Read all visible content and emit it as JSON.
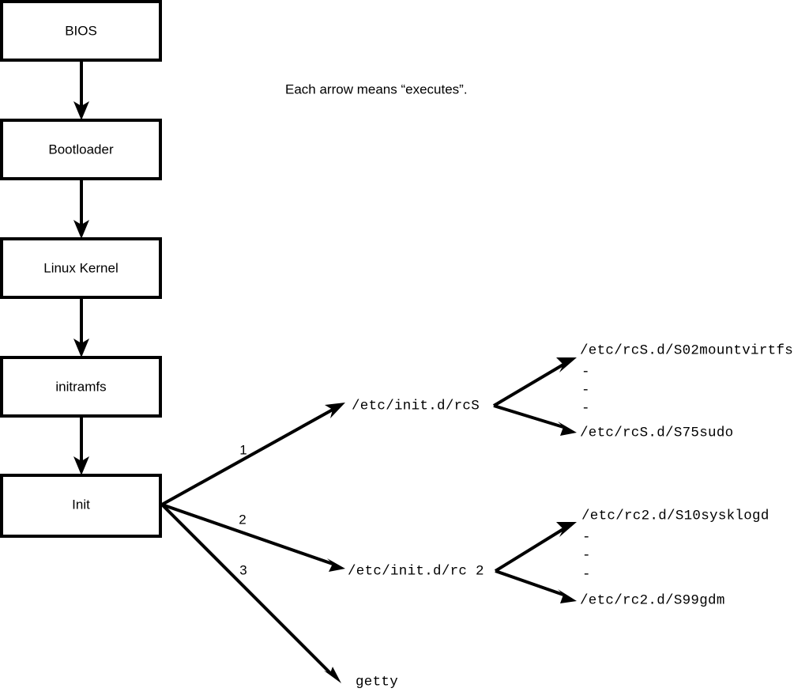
{
  "diagram": {
    "title_note": "Each arrow means “executes”.",
    "boot_chain": [
      {
        "id": "bios",
        "label": "BIOS"
      },
      {
        "id": "bootloader",
        "label": "Bootloader"
      },
      {
        "id": "kernel",
        "label": "Linux Kernel"
      },
      {
        "id": "initramfs",
        "label": "initramfs"
      },
      {
        "id": "init",
        "label": "Init"
      }
    ],
    "init_branches": [
      {
        "number": "1",
        "label": "/etc/init.d/rcS"
      },
      {
        "number": "2",
        "label": "/etc/init.d/rc 2"
      },
      {
        "number": "3",
        "label": "getty"
      }
    ],
    "rcs_scripts": {
      "first": "/etc/rcS.d/S02mountvirtfs",
      "last": "/etc/rcS.d/S75sudo",
      "ellipsis": [
        "-",
        "-",
        "-"
      ]
    },
    "rc2_scripts": {
      "first": "/etc/rc2.d/S10sysklogd",
      "last": "/etc/rc2.d/S99gdm",
      "ellipsis": [
        "-",
        "-",
        "-"
      ]
    },
    "colors": {
      "stroke": "#000000",
      "fill": "#ffffff",
      "text": "#000000"
    }
  }
}
